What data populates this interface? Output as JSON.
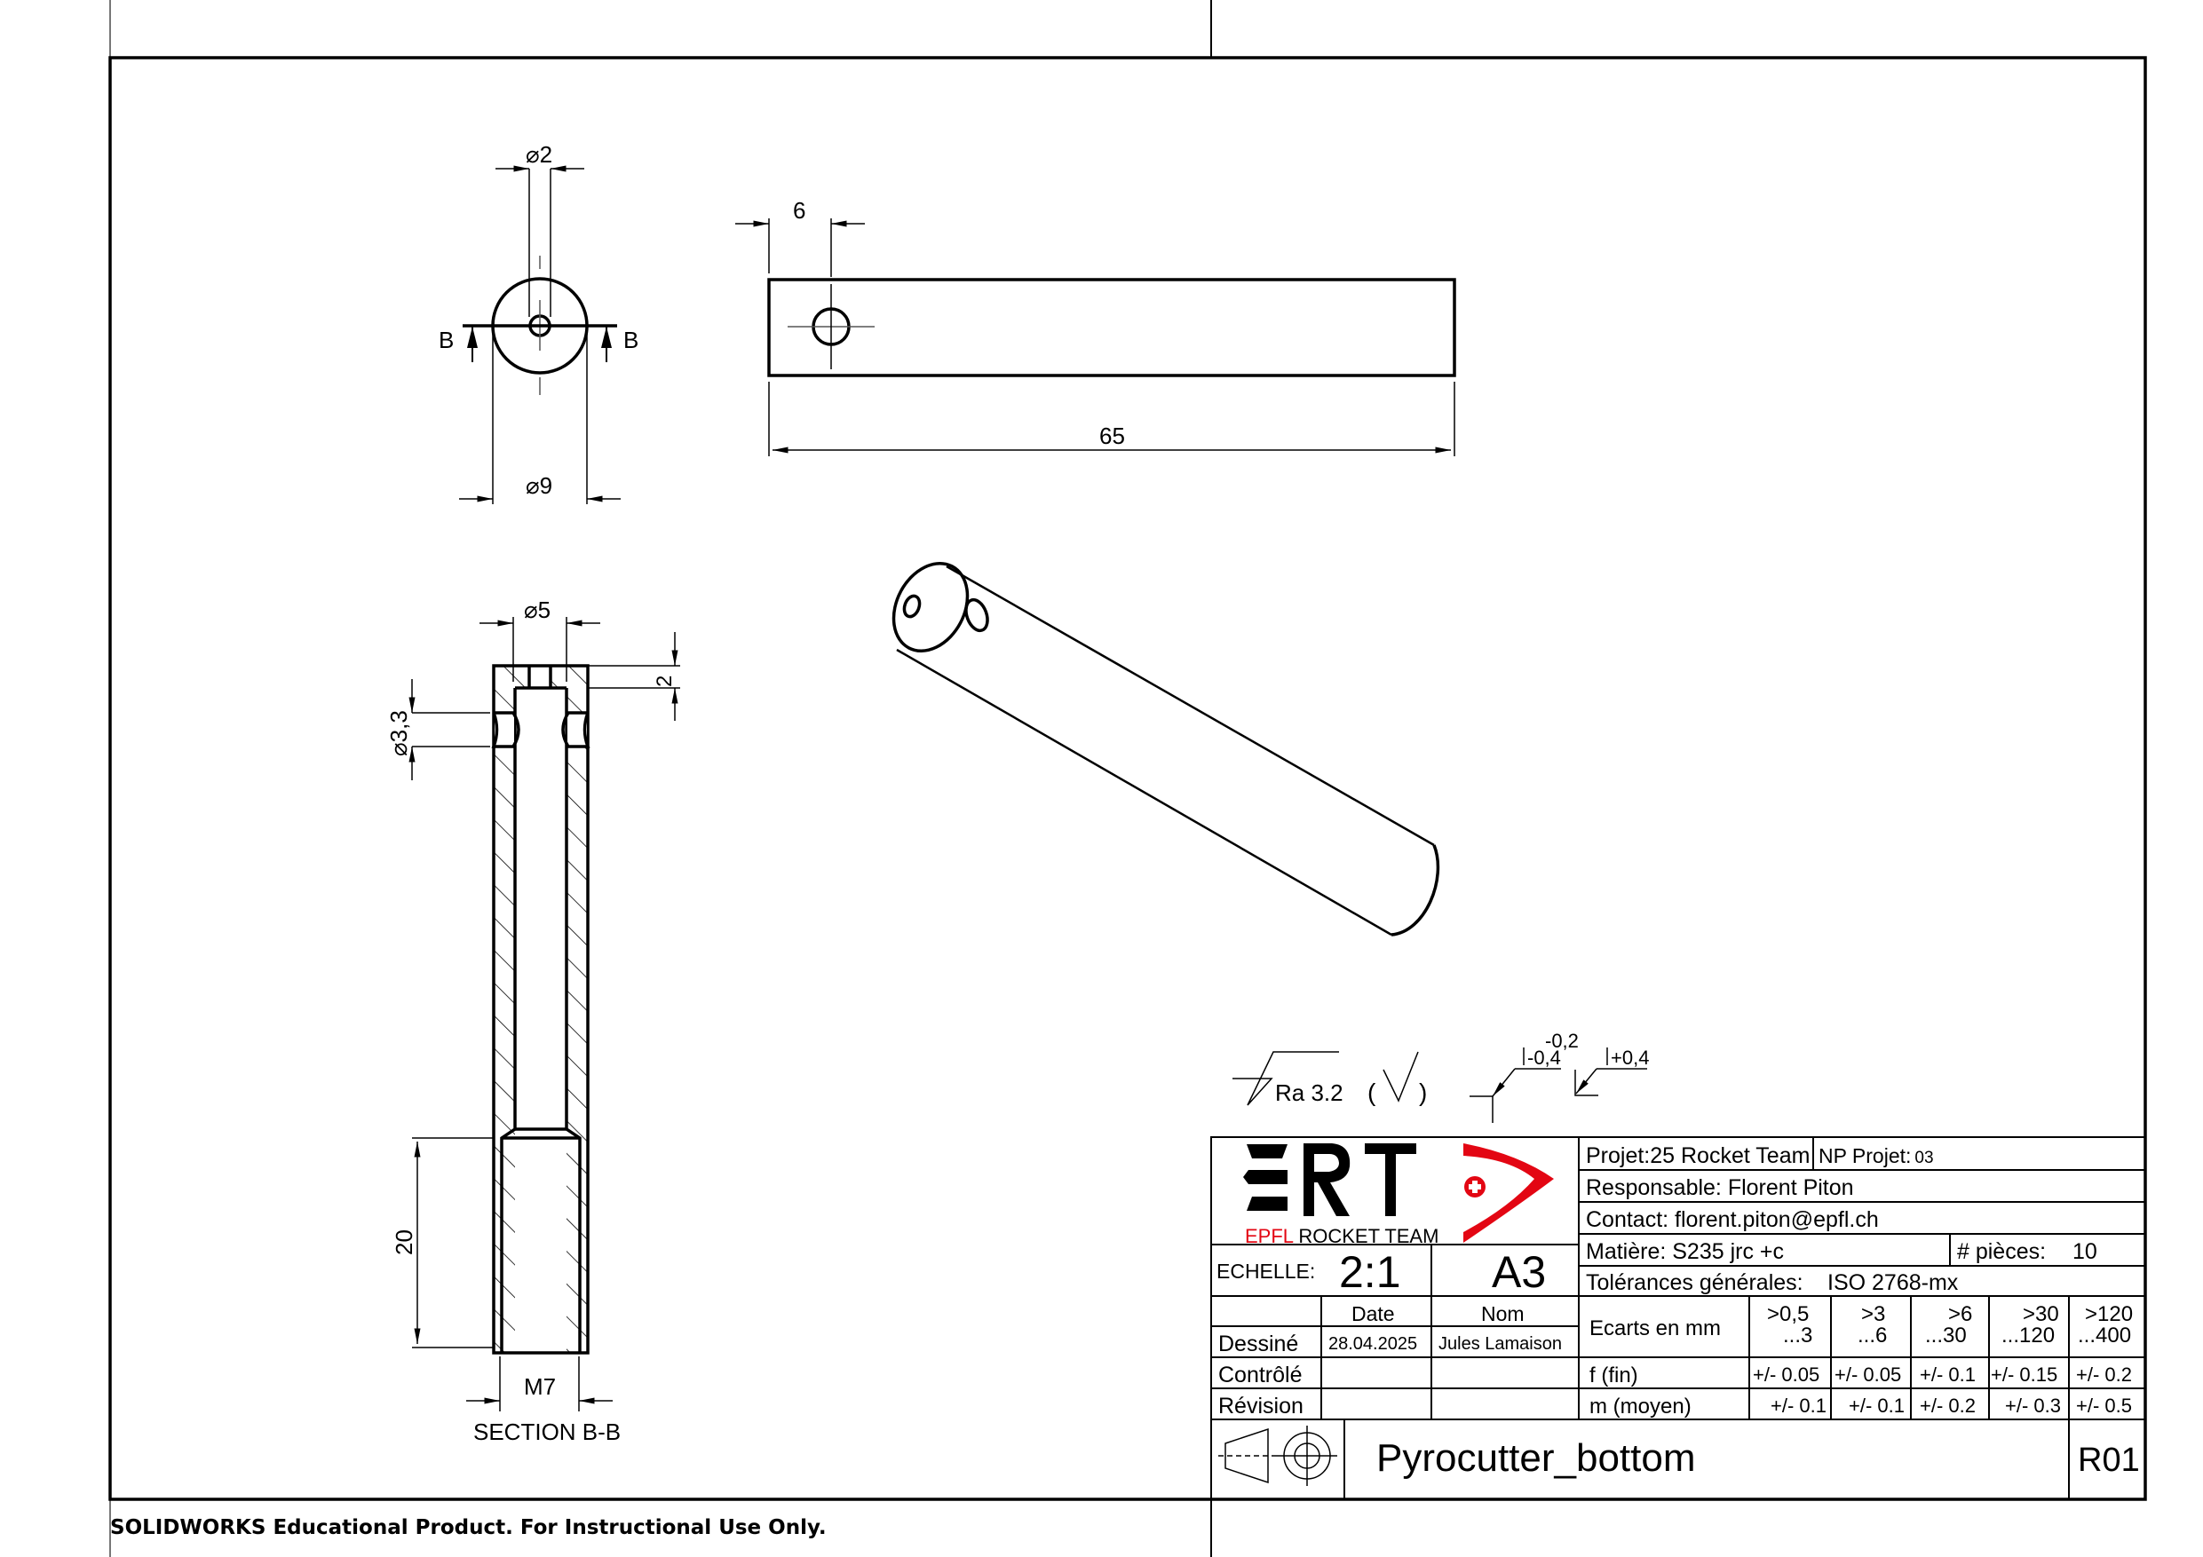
{
  "sheet": {
    "footer": "SOLIDWORKS Educational Product. For Instructional Use Only."
  },
  "views": {
    "end_view": {
      "dia_hole": "⌀2",
      "dia_outer": "⌀9",
      "section_mark": "B"
    },
    "side_view": {
      "hole_offset": "6",
      "length": "65"
    },
    "section": {
      "dia_bore": "⌀5",
      "depth_top": "2",
      "dia_cross": "⌀3,3",
      "thread_depth": "20",
      "thread": "M7",
      "label": "SECTION B-B"
    }
  },
  "symbols": {
    "roughness": "Ra 3.2",
    "roughness_paren_open": "(",
    "roughness_paren_close": ")",
    "edge1_upper": "-0,2",
    "edge1_lower": "-0,4",
    "edge2": "+0,4"
  },
  "title_block": {
    "logo": {
      "letters": "ERT",
      "epfl": "EPFL",
      "rocket_team": " ROCKET TEAM",
      "red": "#e30613"
    },
    "projet": "Projet:25 Rocket Team",
    "np_label": "NP Projet:",
    "np_value": "03",
    "responsable": "Responsable: Florent Piton",
    "contact": "Contact: florent.piton@epfl.ch",
    "matiere": "Matière: S235 jrc +c",
    "pieces_label": "# pièces:",
    "pieces_value": "10",
    "tolerances": "Tolérances générales:",
    "tolerances_value": "ISO 2768-mx",
    "echelle_label": "ECHELLE:",
    "echelle_value": "2:1",
    "format": "A3",
    "date_header": "Date",
    "nom_header": "Nom",
    "rows": [
      {
        "label": "Dessiné",
        "date": "28.04.2025",
        "nom": "Jules Lamaison"
      },
      {
        "label": "Contrôlé",
        "date": "",
        "nom": ""
      },
      {
        "label": "Révision",
        "date": "",
        "nom": ""
      }
    ],
    "ecarts_label": "Ecarts en mm",
    "ranges": [
      {
        "top": ">0,5",
        "bottom": "...3"
      },
      {
        "top": ">3",
        "bottom": "...6"
      },
      {
        "top": ">6",
        "bottom": "...30"
      },
      {
        "top": ">30",
        "bottom": "...120"
      },
      {
        "top": ">120",
        "bottom": "...400"
      }
    ],
    "fin_label": "f (fin)",
    "fin": [
      "+/- 0.05",
      "+/- 0.05",
      "+/- 0.1",
      "+/- 0.15",
      "+/- 0.2"
    ],
    "moyen_label": "m (moyen)",
    "moyen": [
      "+/- 0.1",
      "+/- 0.1",
      "+/- 0.2",
      "+/- 0.3",
      "+/- 0.5"
    ],
    "part_name": "Pyrocutter_bottom",
    "revision": "R01"
  }
}
